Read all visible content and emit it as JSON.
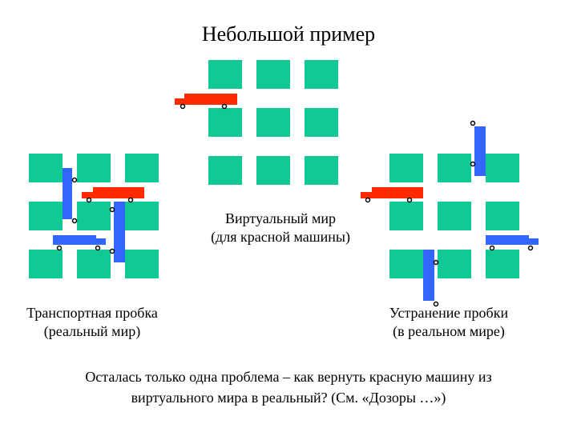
{
  "title": "Небольшой пример",
  "captions": {
    "virtual_line1": "Виртуальный мир",
    "virtual_line2": "(для красной машины)",
    "jam_line1": "Транспортная пробка",
    "jam_line2": "(реальный мир)",
    "fix_line1": "Устранение пробки",
    "fix_line2": "(в реальном мире)"
  },
  "footer_line1": "Осталась только одна проблема – как вернуть красную машину из",
  "footer_line2": "виртуального мира в реальный? (См. «Дозоры …»)",
  "colors": {
    "block": "#10C995",
    "red_car": "#FF2A00",
    "blue_car": "#3366FF",
    "wheel": "#000000"
  }
}
